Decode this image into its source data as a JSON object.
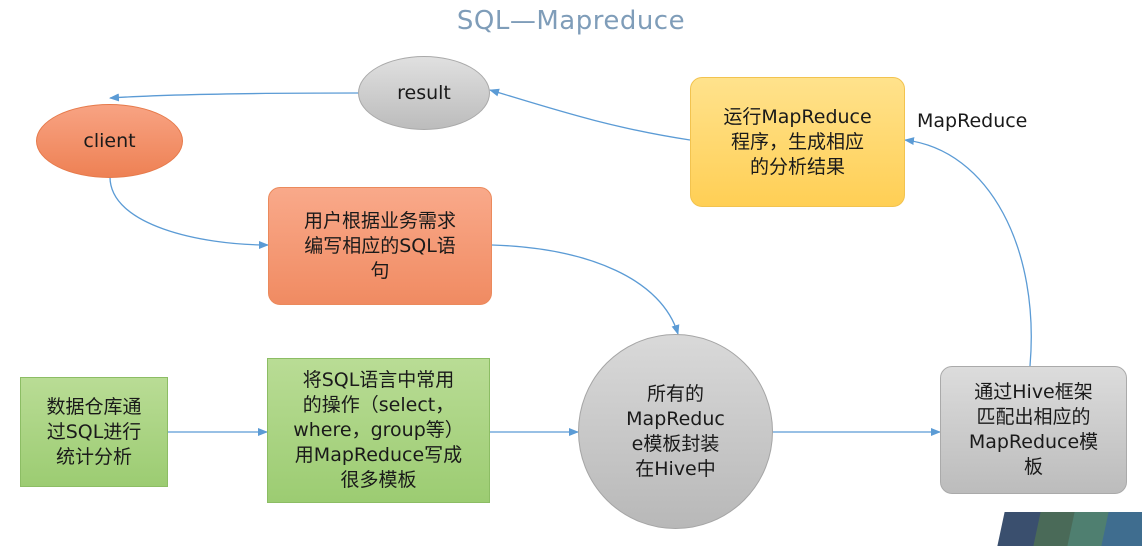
{
  "title": "SQL—Mapreduce",
  "nodes": {
    "result": "result",
    "client": "client",
    "run_mapreduce": "运行MapReduce\n程序，生成相应\n的分析结果",
    "write_sql": "用户根据业务需求\n编写相应的SQL语\n句",
    "warehouse": "数据仓库通\n过SQL进行\n统计分析",
    "templates": "将SQL语言中常用\n的操作（select，\nwhere，group等）\n用MapReduce写成\n很多模板",
    "hive_templates": "所有的\nMapReduc\ne模板封装\n在Hive中",
    "match_template": "通过Hive框架\n匹配出相应的\nMapReduce模\n板"
  },
  "edge_labels": {
    "mapreduce": "MapReduce"
  },
  "colors": {
    "title": "#7f9db9",
    "arrow": "#5b9bd5",
    "gray_node": "#c8c8c8",
    "orange_node": "#f08b62",
    "yellow_node": "#ffd966",
    "green_node": "#a9d18e"
  }
}
